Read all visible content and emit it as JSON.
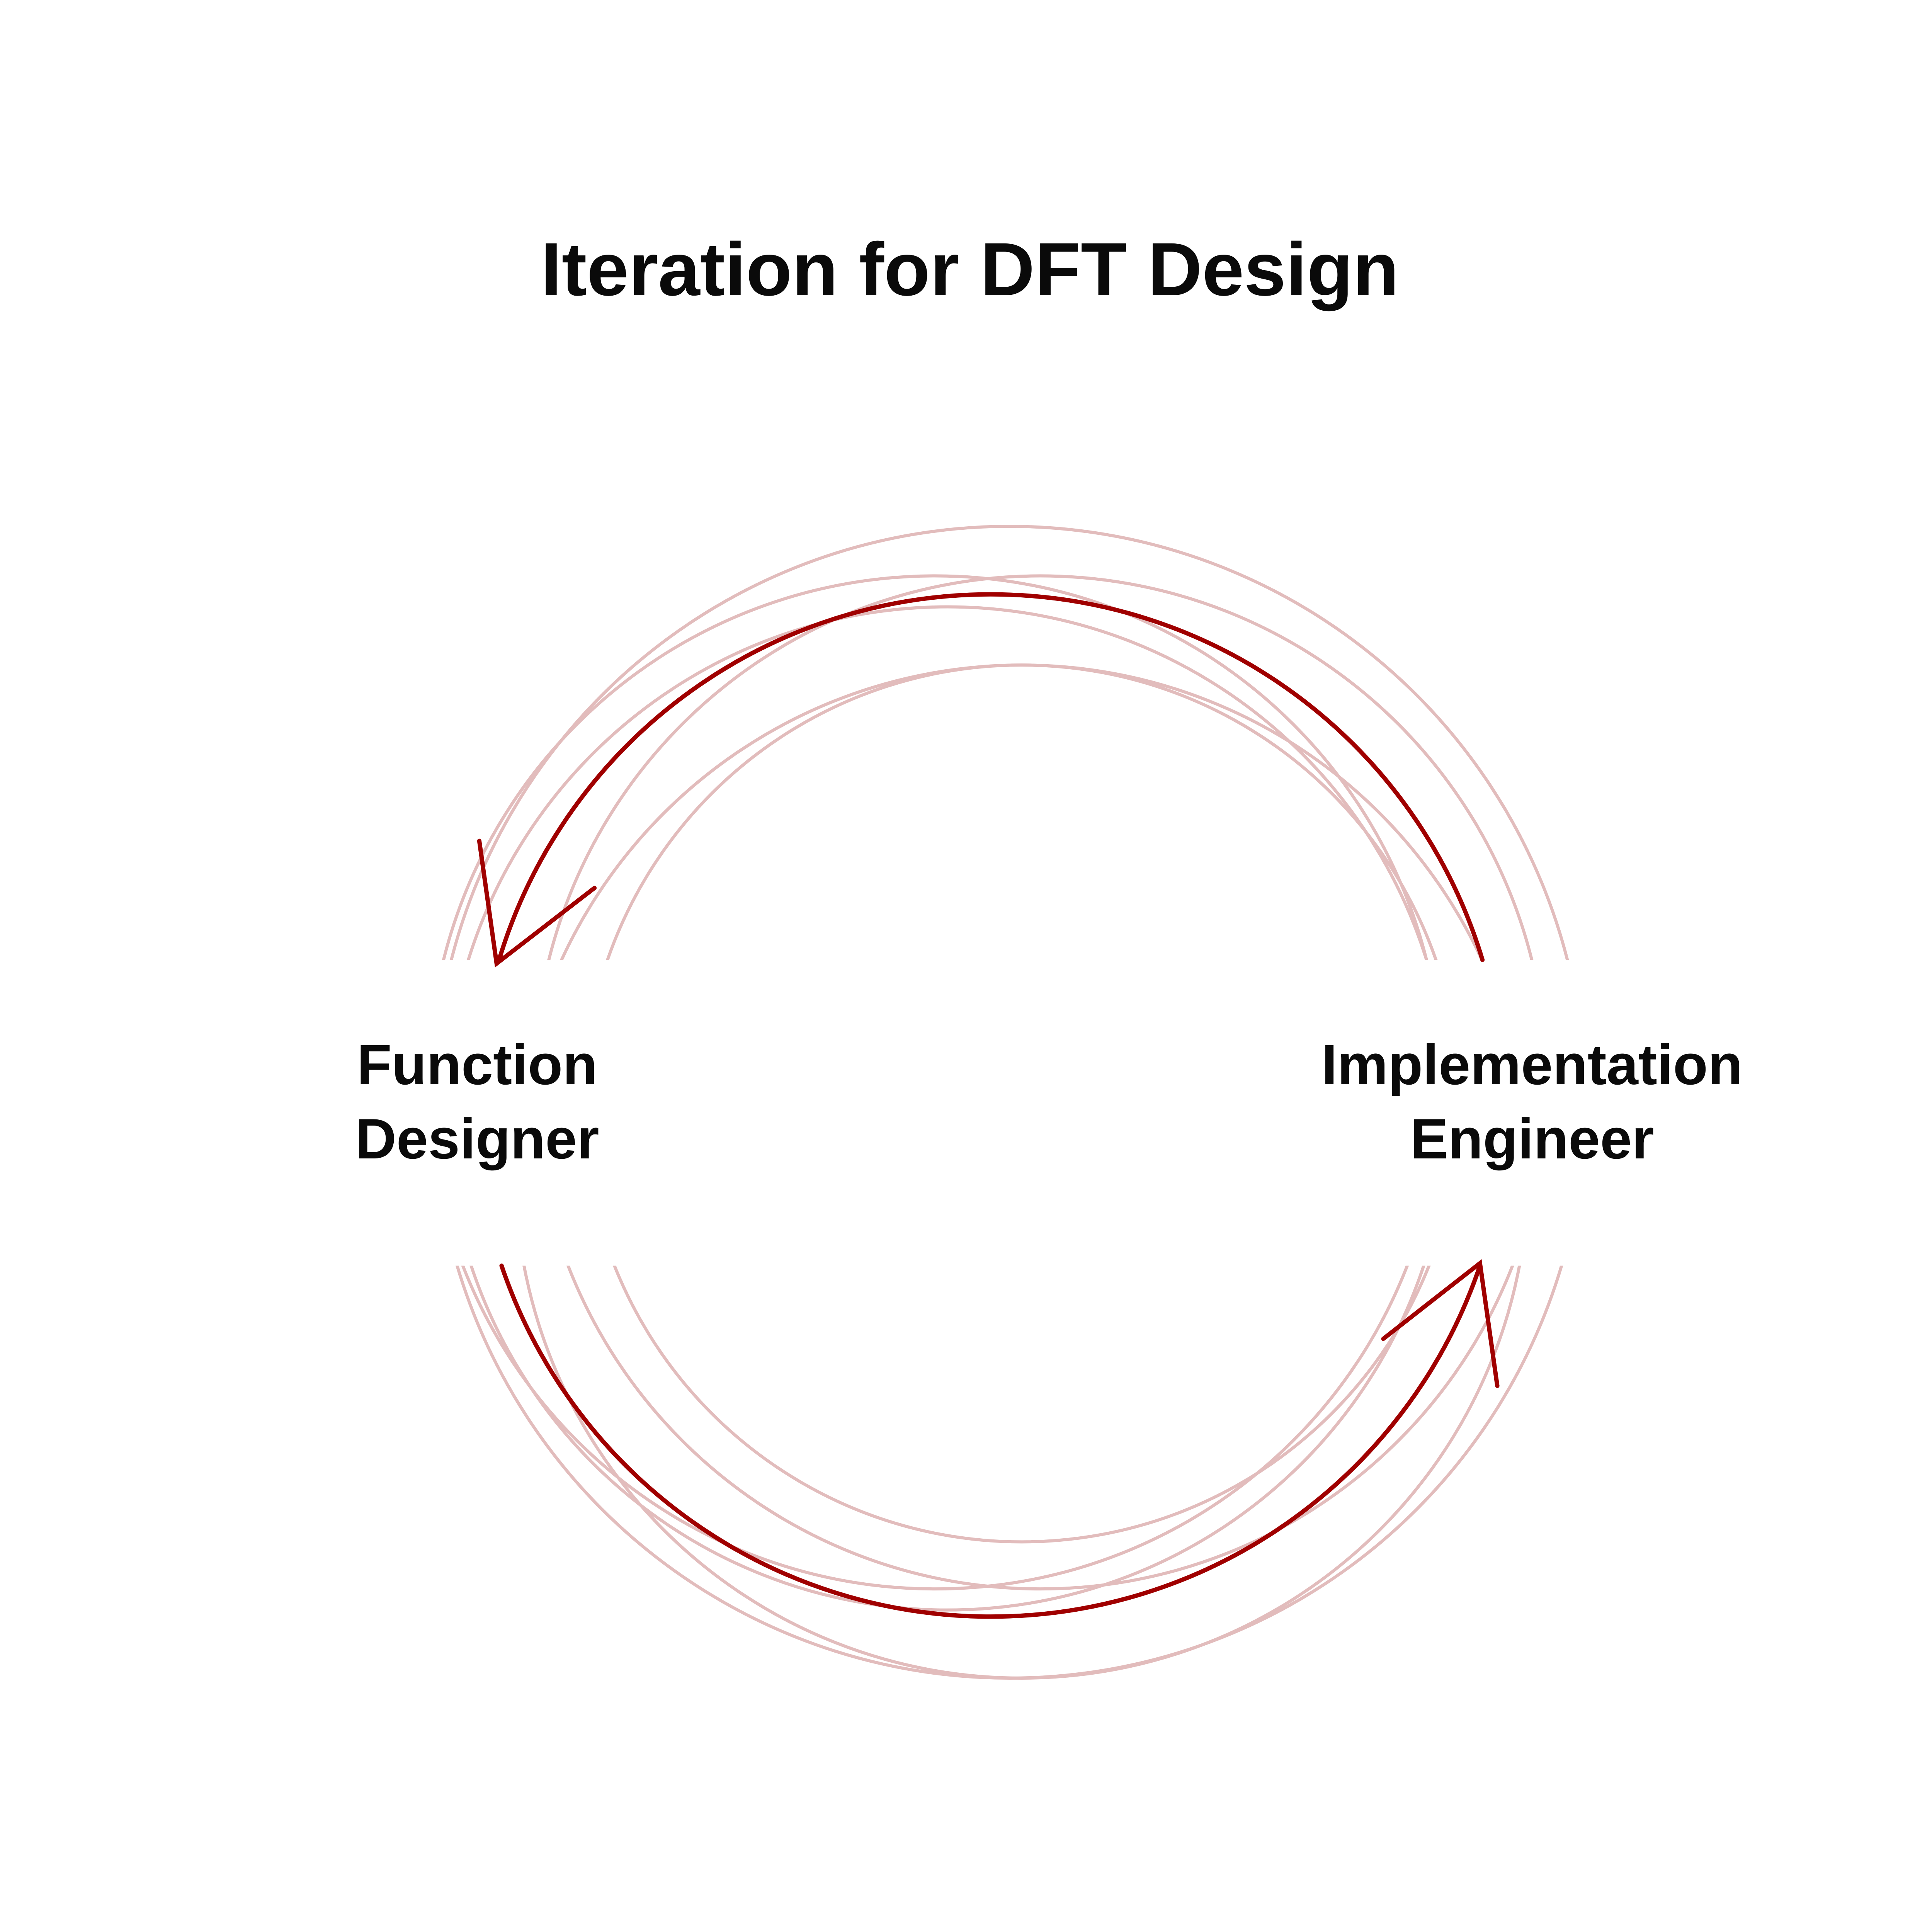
{
  "title": "Iteration for DFT Design",
  "nodes": {
    "left": {
      "line1": "Function",
      "line2": "Designer"
    },
    "right": {
      "line1": "Implementation",
      "line2": "Engineer"
    }
  },
  "colors": {
    "arrow": "#a00000",
    "ghost_arcs": "#e2bcbc",
    "text": "#0a0a0a",
    "background": "#ffffff"
  }
}
